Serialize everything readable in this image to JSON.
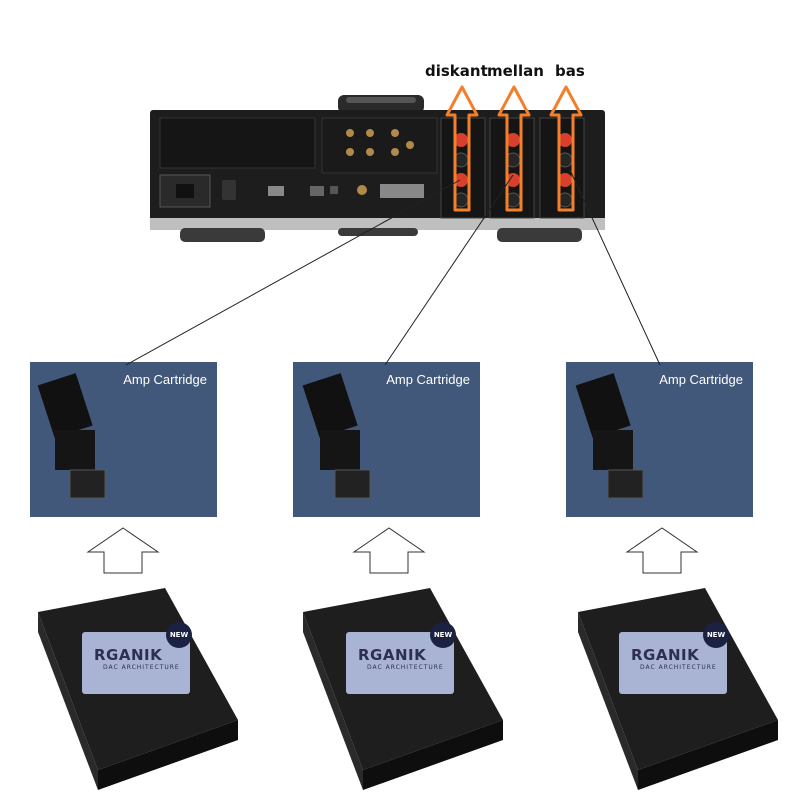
{
  "labels": {
    "treble": "diskant",
    "mid": "mellan",
    "bass": "bas"
  },
  "cards": [
    {
      "title": "Amp Cartridge"
    },
    {
      "title": "Amp Cartridge"
    },
    {
      "title": "Amp Cartridge"
    }
  ],
  "dac_modules": [
    {
      "brand": "RGANIK",
      "tagline": "DAC ARCHITECTURE",
      "badge": "NEW"
    },
    {
      "brand": "RGANIK",
      "tagline": "DAC ARCHITECTURE",
      "badge": "NEW"
    },
    {
      "brand": "RGANIK",
      "tagline": "DAC ARCHITECTURE",
      "badge": "NEW"
    }
  ],
  "colors": {
    "card_bg": "#41587a",
    "arrow_highlight": "#f47f2a",
    "amp_body": "#1c1c1c",
    "logo_panel": "#a9b4d4"
  }
}
